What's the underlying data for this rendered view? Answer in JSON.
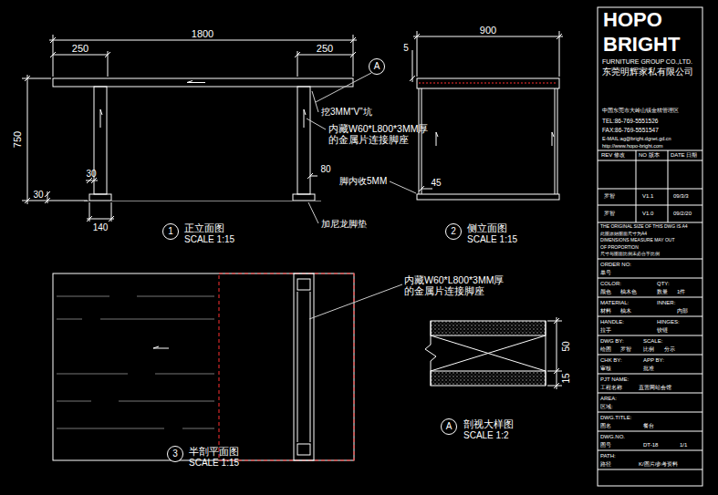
{
  "diagram": {
    "nodes": [
      {
        "text": [
          "A"
        ]
      },
      {
        "text": [
          "1"
        ]
      },
      {
        "text": [
          "2"
        ]
      },
      {
        "text": [
          "3"
        ]
      },
      {
        "text": [
          "A"
        ]
      }
    ],
    "labels": [
      "1800",
      "250",
      "250",
      "750",
      "30",
      "30",
      "140",
      "80",
      "900",
      "5",
      "45",
      "50",
      "15",
      "挖3MM“V”坑",
      "内藏W60*L800*3MM厚的金属片连接脚座",
      "脚内收5MM",
      "加尼龙脚垫",
      "正立面图",
      "SCALE 1:15",
      "侧立面图",
      "SCALE 1:15",
      "内藏W60*L800*3MM厚的金属片连接脚座",
      "半剖平面图",
      "SCALE 1:15",
      "剖视大样图",
      "SCALE 1:2",
      "HOPO",
      "BRIGHT",
      "FURNITURE GROUP CO.,LTD.",
      "东莞明辉家私有限公司",
      "中国东莞市大岭山镇金桔管理区",
      "TEL:86-769-5551526",
      "FAX:86-769-5551547",
      "E-MAIL:ag@bright.dgnet.gd.cn",
      "http://www.hopo-bright.com",
      "REV 修改",
      "NO 版本",
      "DATE 日期",
      "罗智",
      "V1.1",
      "09/3/3",
      "罗智",
      "V1.0",
      "09/2/20",
      "THE ORIGINAL SIZE OF THIS DWG IS A4",
      "此图原始图面尺寸为A4",
      "DIMENSIONS MEASURE MAY OUT",
      "OF PROPORTION",
      "尺寸与图面比例未必合乎比例",
      "ORDER NO:",
      "单号",
      "COLOR:",
      "QTY:",
      "颜色",
      "柚木色",
      "数量",
      "1件",
      "MATERIAL:",
      "INNER:",
      "材料",
      "柚木",
      "内部",
      "HANDLE:",
      "HINGES:",
      "拉手",
      "铰链",
      "DWG BY:",
      "SCALE:",
      "绘图",
      "罗智",
      "比例",
      "分示",
      "CHK BY:",
      "APP BY:",
      "审核",
      "批准",
      "PJT NAME:",
      "工程名称",
      "直营网站会馆",
      "AREA:",
      "区域:",
      "DWG.TITLE:",
      "图名",
      "餐台",
      "DWG.NO.",
      "图号",
      "DT-18",
      "1/1",
      "PATH:",
      "路径",
      "K/图片/参考资料"
    ]
  }
}
